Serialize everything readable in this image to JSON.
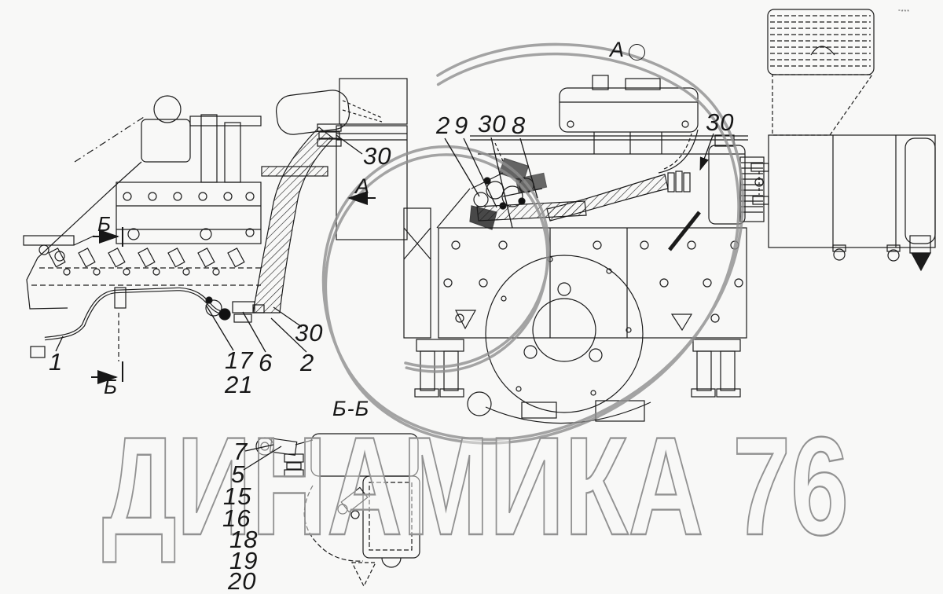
{
  "watermark": {
    "text": "ДИНАМИКА 76",
    "color": "#929292"
  },
  "corner_mark": "°***",
  "markers": {
    "view_a": "А",
    "detail_a": "А",
    "section_b_top": "Б",
    "section_b_bottom": "Б",
    "section_bb": "Б-Б"
  },
  "callouts": {
    "hose_left_top": "30",
    "row_2": "2",
    "row_9": "9",
    "row_30": "30",
    "row_8": "8",
    "hose_right": "30",
    "drain_tube": "1",
    "n17": "17",
    "n21": "21",
    "n6": "6",
    "n2": "2",
    "n30_elbow": "30",
    "n7": "7",
    "n5": "5",
    "n15": "15",
    "n16": "16",
    "n18": "18",
    "n19": "19",
    "n20": "20"
  }
}
